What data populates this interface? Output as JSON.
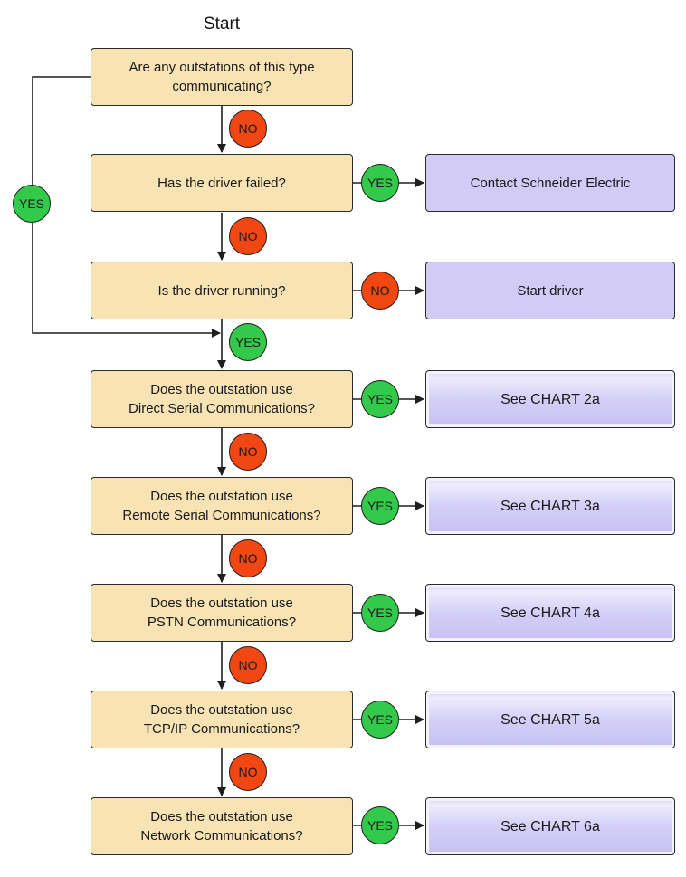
{
  "title": "Start",
  "colors": {
    "question_fill": "#f7e3b3",
    "action_fill": "#d1cbf6",
    "yes": "#33c94a",
    "no": "#f24712"
  },
  "questions": [
    {
      "line1": "Are any outstations of this type",
      "line2": "communicating?"
    },
    {
      "line1": "Has the driver failed?",
      "line2": ""
    },
    {
      "line1": "Is the driver running?",
      "line2": ""
    },
    {
      "line1": "Does the outstation use",
      "line2": "Direct Serial Communications?"
    },
    {
      "line1": "Does the outstation use",
      "line2": "Remote Serial Communications?"
    },
    {
      "line1": "Does the outstation use",
      "line2": "PSTN Communications?"
    },
    {
      "line1": "Does the outstation use",
      "line2": "TCP/IP Communications?"
    },
    {
      "line1": "Does the outstation use",
      "line2": "Network Communications?"
    }
  ],
  "actions": [
    "Contact Schneider Electric",
    "Start driver",
    "See CHART 2a",
    "See CHART 3a",
    "See CHART 4a",
    "See CHART 5a",
    "See CHART 6a"
  ],
  "labels": {
    "yes": "YES",
    "no": "NO"
  }
}
